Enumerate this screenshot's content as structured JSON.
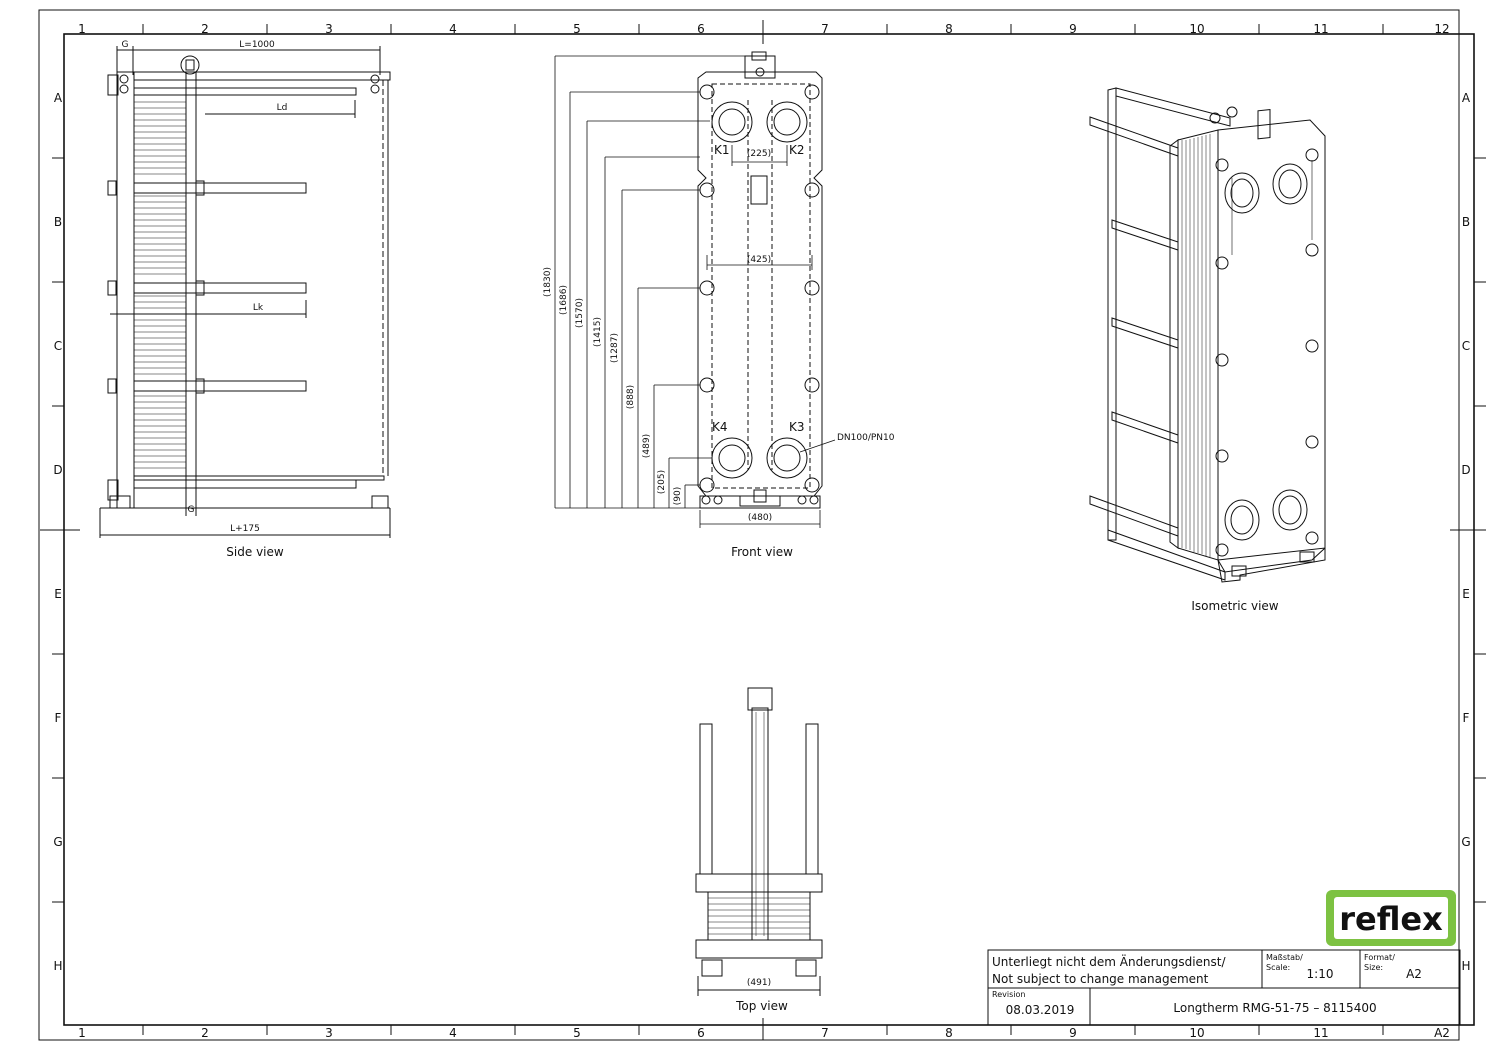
{
  "grid": {
    "columns": [
      "1",
      "2",
      "3",
      "4",
      "5",
      "6",
      "7",
      "8",
      "9",
      "10",
      "11",
      "12"
    ],
    "rows": [
      "A",
      "B",
      "C",
      "D",
      "E",
      "F",
      "G",
      "H"
    ],
    "last_column_bottom": "A2"
  },
  "views": {
    "side": {
      "label": "Side view",
      "dims": {
        "g_top": "G",
        "length": "L=1000",
        "ld": "Ld",
        "lk": "Lk",
        "g_bottom": "G",
        "total": "L+175"
      }
    },
    "front": {
      "label": "Front view",
      "ports": {
        "k1": "K1",
        "k2": "K2",
        "k3": "K3",
        "k4": "K4"
      },
      "connection": "DN100/PN10",
      "dims": {
        "d1830": "(1830)",
        "d1686": "(1686)",
        "d1570": "(1570)",
        "d1415": "(1415)",
        "d1287": "(1287)",
        "d888": "(888)",
        "d489": "(489)",
        "d205": "(205)",
        "d90": "(90)",
        "w225": "(225)",
        "w425": "(425)",
        "w480": "(480)"
      }
    },
    "isometric": {
      "label": "Isometric view"
    },
    "top": {
      "label": "Top view",
      "dims": {
        "w491": "(491)"
      }
    }
  },
  "title_block": {
    "note_de": "Unterliegt nicht dem Änderungsdienst/",
    "note_en": "Not subject to change management",
    "scale_label_de": "Maßstab/",
    "scale_label_en": "Scale:",
    "scale_value": "1:10",
    "format_label_de": "Format/",
    "format_label_en": "Size:",
    "format_value": "A2",
    "revision_label": "Revision",
    "revision_date": "08.03.2019",
    "product": "Longtherm RMG-51-75  –  8115400"
  },
  "logo": {
    "text": "reflex",
    "color": "#7dc242"
  }
}
